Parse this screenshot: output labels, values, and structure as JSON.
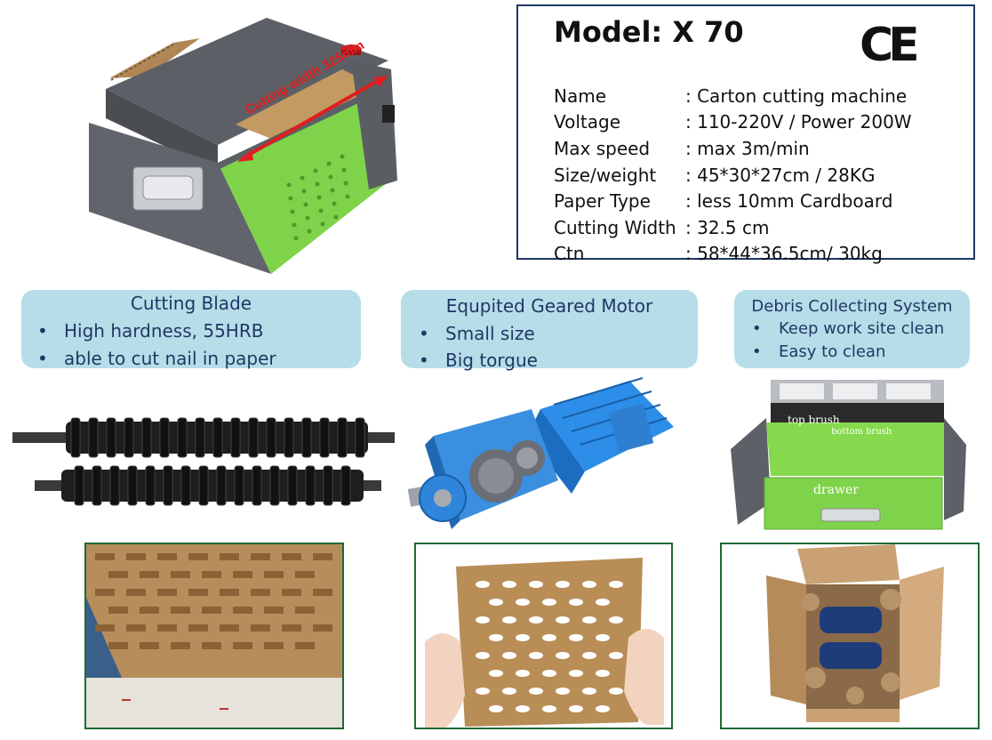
{
  "spec": {
    "model": "Model: X 70",
    "ce": "CE",
    "rows": [
      {
        "label": "Name",
        "value": ": Carton cutting machine"
      },
      {
        "label": "Voltage",
        "value": ": 110-220V / Power 200W"
      },
      {
        "label": "Max speed",
        "value": ": max 3m/min"
      },
      {
        "label": "Size/weight",
        "value": ": 45*30*27cm / 28KG"
      },
      {
        "label": "Paper Type",
        "value": ": less 10mm Cardboard"
      },
      {
        "label": "Cutting Width",
        "value": ": 32.5 cm"
      },
      {
        "label": "Ctn",
        "value": ": 58*44*36.5cm/ 30kg"
      }
    ]
  },
  "machine_photo": {
    "annotation": "Cutting width 325mm"
  },
  "features": [
    {
      "title": "Cutting Blade",
      "bullets": [
        "High hardness, 55HRB",
        "able to cut nail in paper"
      ]
    },
    {
      "title": "Equpited Geared Motor",
      "bullets": [
        "Small size",
        "Big torgue"
      ]
    },
    {
      "title": "Debris Collecting System",
      "bullets": [
        "Keep work site clean",
        "Easy to clean"
      ]
    }
  ],
  "debris_photo": {
    "label_top": "top brush",
    "label_bottom": "bottom brush",
    "label_drawer": "drawer"
  },
  "colors": {
    "border_navy": "#1f3864",
    "callout_bg": "#b7dde8",
    "callout_text": "#1f3864",
    "frame_green": "#1e6b34",
    "machine_green": "#7fd34a",
    "machine_gray": "#5a5e63",
    "annotation_red": "#e11d1d"
  },
  "bullet_glyph": "•"
}
